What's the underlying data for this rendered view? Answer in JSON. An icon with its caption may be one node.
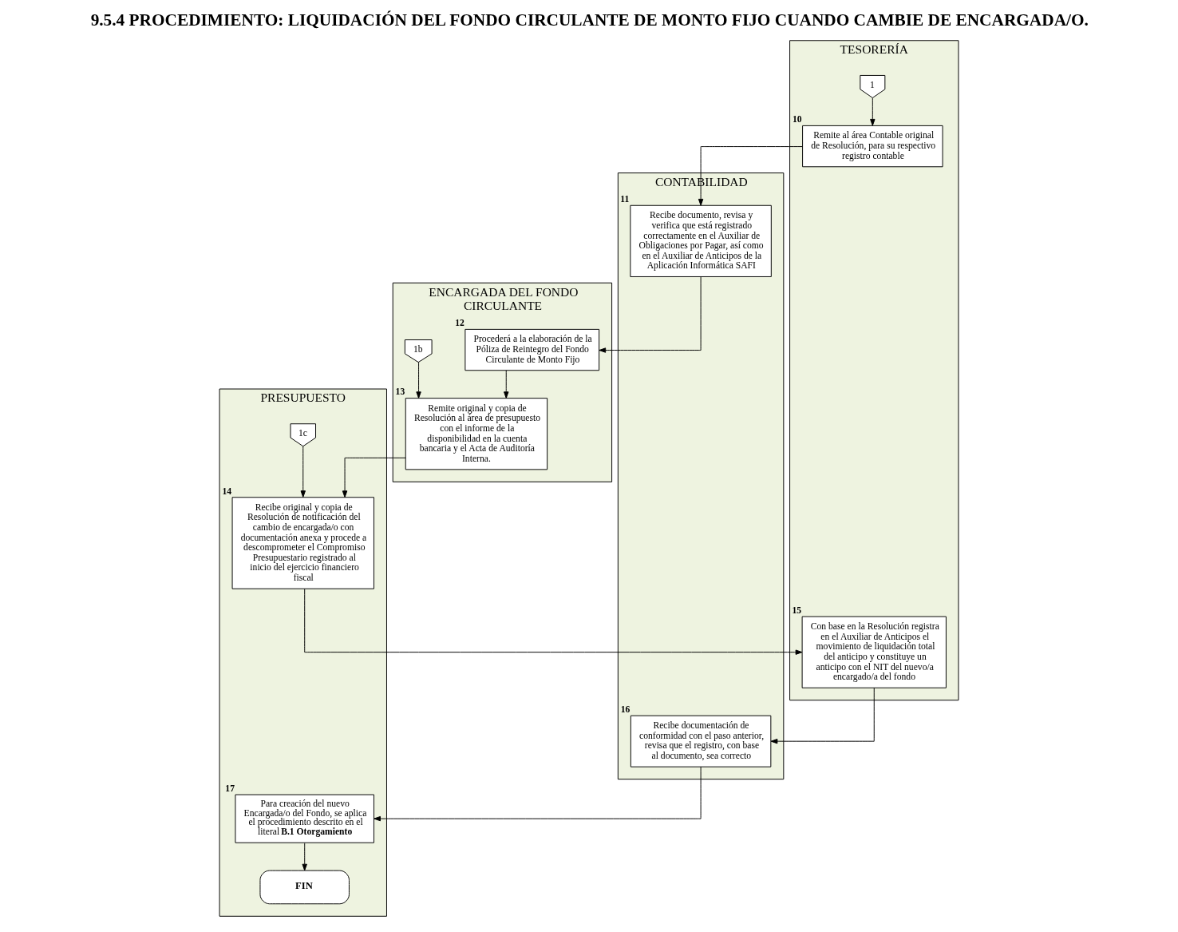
{
  "diagram": {
    "title": "9.5.4 PROCEDIMIENTO: LIQUIDACIÓN DEL FONDO CIRCULANTE DE MONTO FIJO CUANDO CAMBIE DE ENCARGADA/O.",
    "nodes": [
      {
        "text": [
          "TESORERÍA"
        ]
      },
      {
        "text": [
          "CONTABILIDAD"
        ]
      },
      {
        "text": [
          "ENCARGADA DEL FONDO CIRCULANTE"
        ]
      },
      {
        "text": [
          "PRESUPUESTO"
        ]
      },
      {
        "text": [
          "1"
        ],
        "in": 0
      },
      {
        "text": [
          "Remite al área Contable original de Resolución, para su respectivo registro contable"
        ],
        "beside": [
          "10"
        ],
        "in": 0
      },
      {
        "text": [
          "Recibe documento, revisa y verifica que está registrado correctamente en el Auxiliar de Obligaciones por Pagar, así como en el Auxiliar de Anticipos de la Aplicación Informática SAFI"
        ],
        "beside": [
          "11"
        ],
        "in": 1
      },
      {
        "text": [
          "Procederá a la elaboración de la Póliza de Reintegro del Fondo Circulante de Monto Fijo"
        ],
        "beside": [
          "12"
        ],
        "in": 2
      },
      {
        "text": [
          "1b"
        ],
        "in": 2
      },
      {
        "text": [
          "Remite original y copia de Resolución al área de presupuesto con el informe de la disponibilidad en la cuenta bancaria y el Acta de Auditoría Interna."
        ],
        "beside": [
          "13"
        ],
        "in": 2
      },
      {
        "text": [
          "1c"
        ],
        "in": 3
      },
      {
        "text": [
          "Recibe original y copia de Resolución de notificación del cambio de encargada/o con documentación anexa y procede a descomprometer el Compromiso Presupuestario registrado al inicio del ejercicio financiero fiscal"
        ],
        "beside": [
          "14"
        ],
        "in": 3
      },
      {
        "text": [
          "Con base en la Resolución registra en el Auxiliar de Anticipos el movimiento de liquidación total del anticipo y constituye un anticipo con el NIT del nuevo/a encargado/a del fondo"
        ],
        "beside": [
          "15"
        ],
        "in": 0
      },
      {
        "text": [
          "Recibe documentación de conformidad con el paso anterior, revisa que el registro, con base al documento, sea correcto"
        ],
        "beside": [
          "16"
        ],
        "in": 1
      },
      {
        "text": [
          "Para creación del nuevo Encargada/o del Fondo, se aplica el procedimiento descrito en el literal **B.1 Otorgamiento**"
        ],
        "beside": [
          "17"
        ],
        "in": 3
      },
      {
        "text": [
          "FIN"
        ],
        "in": 3
      }
    ],
    "edges": [
      {
        "from": 4,
        "to": 5,
        "arrow": "to"
      },
      {
        "from": 5,
        "to": 6,
        "arrow": "to"
      },
      {
        "from": 6,
        "to": 7,
        "arrow": "to"
      },
      {
        "from": 7,
        "to": 9,
        "arrow": "to"
      },
      {
        "from": 8,
        "to": 9,
        "arrow": "to"
      },
      {
        "from": 9,
        "to": 11,
        "arrow": "to"
      },
      {
        "from": 10,
        "to": 11,
        "arrow": "to"
      },
      {
        "from": 11,
        "to": 12,
        "arrow": "to"
      },
      {
        "from": 12,
        "to": 13,
        "arrow": "to"
      },
      {
        "from": 13,
        "to": 14,
        "arrow": "to"
      },
      {
        "from": 14,
        "to": 15,
        "arrow": "to"
      }
    ]
  }
}
